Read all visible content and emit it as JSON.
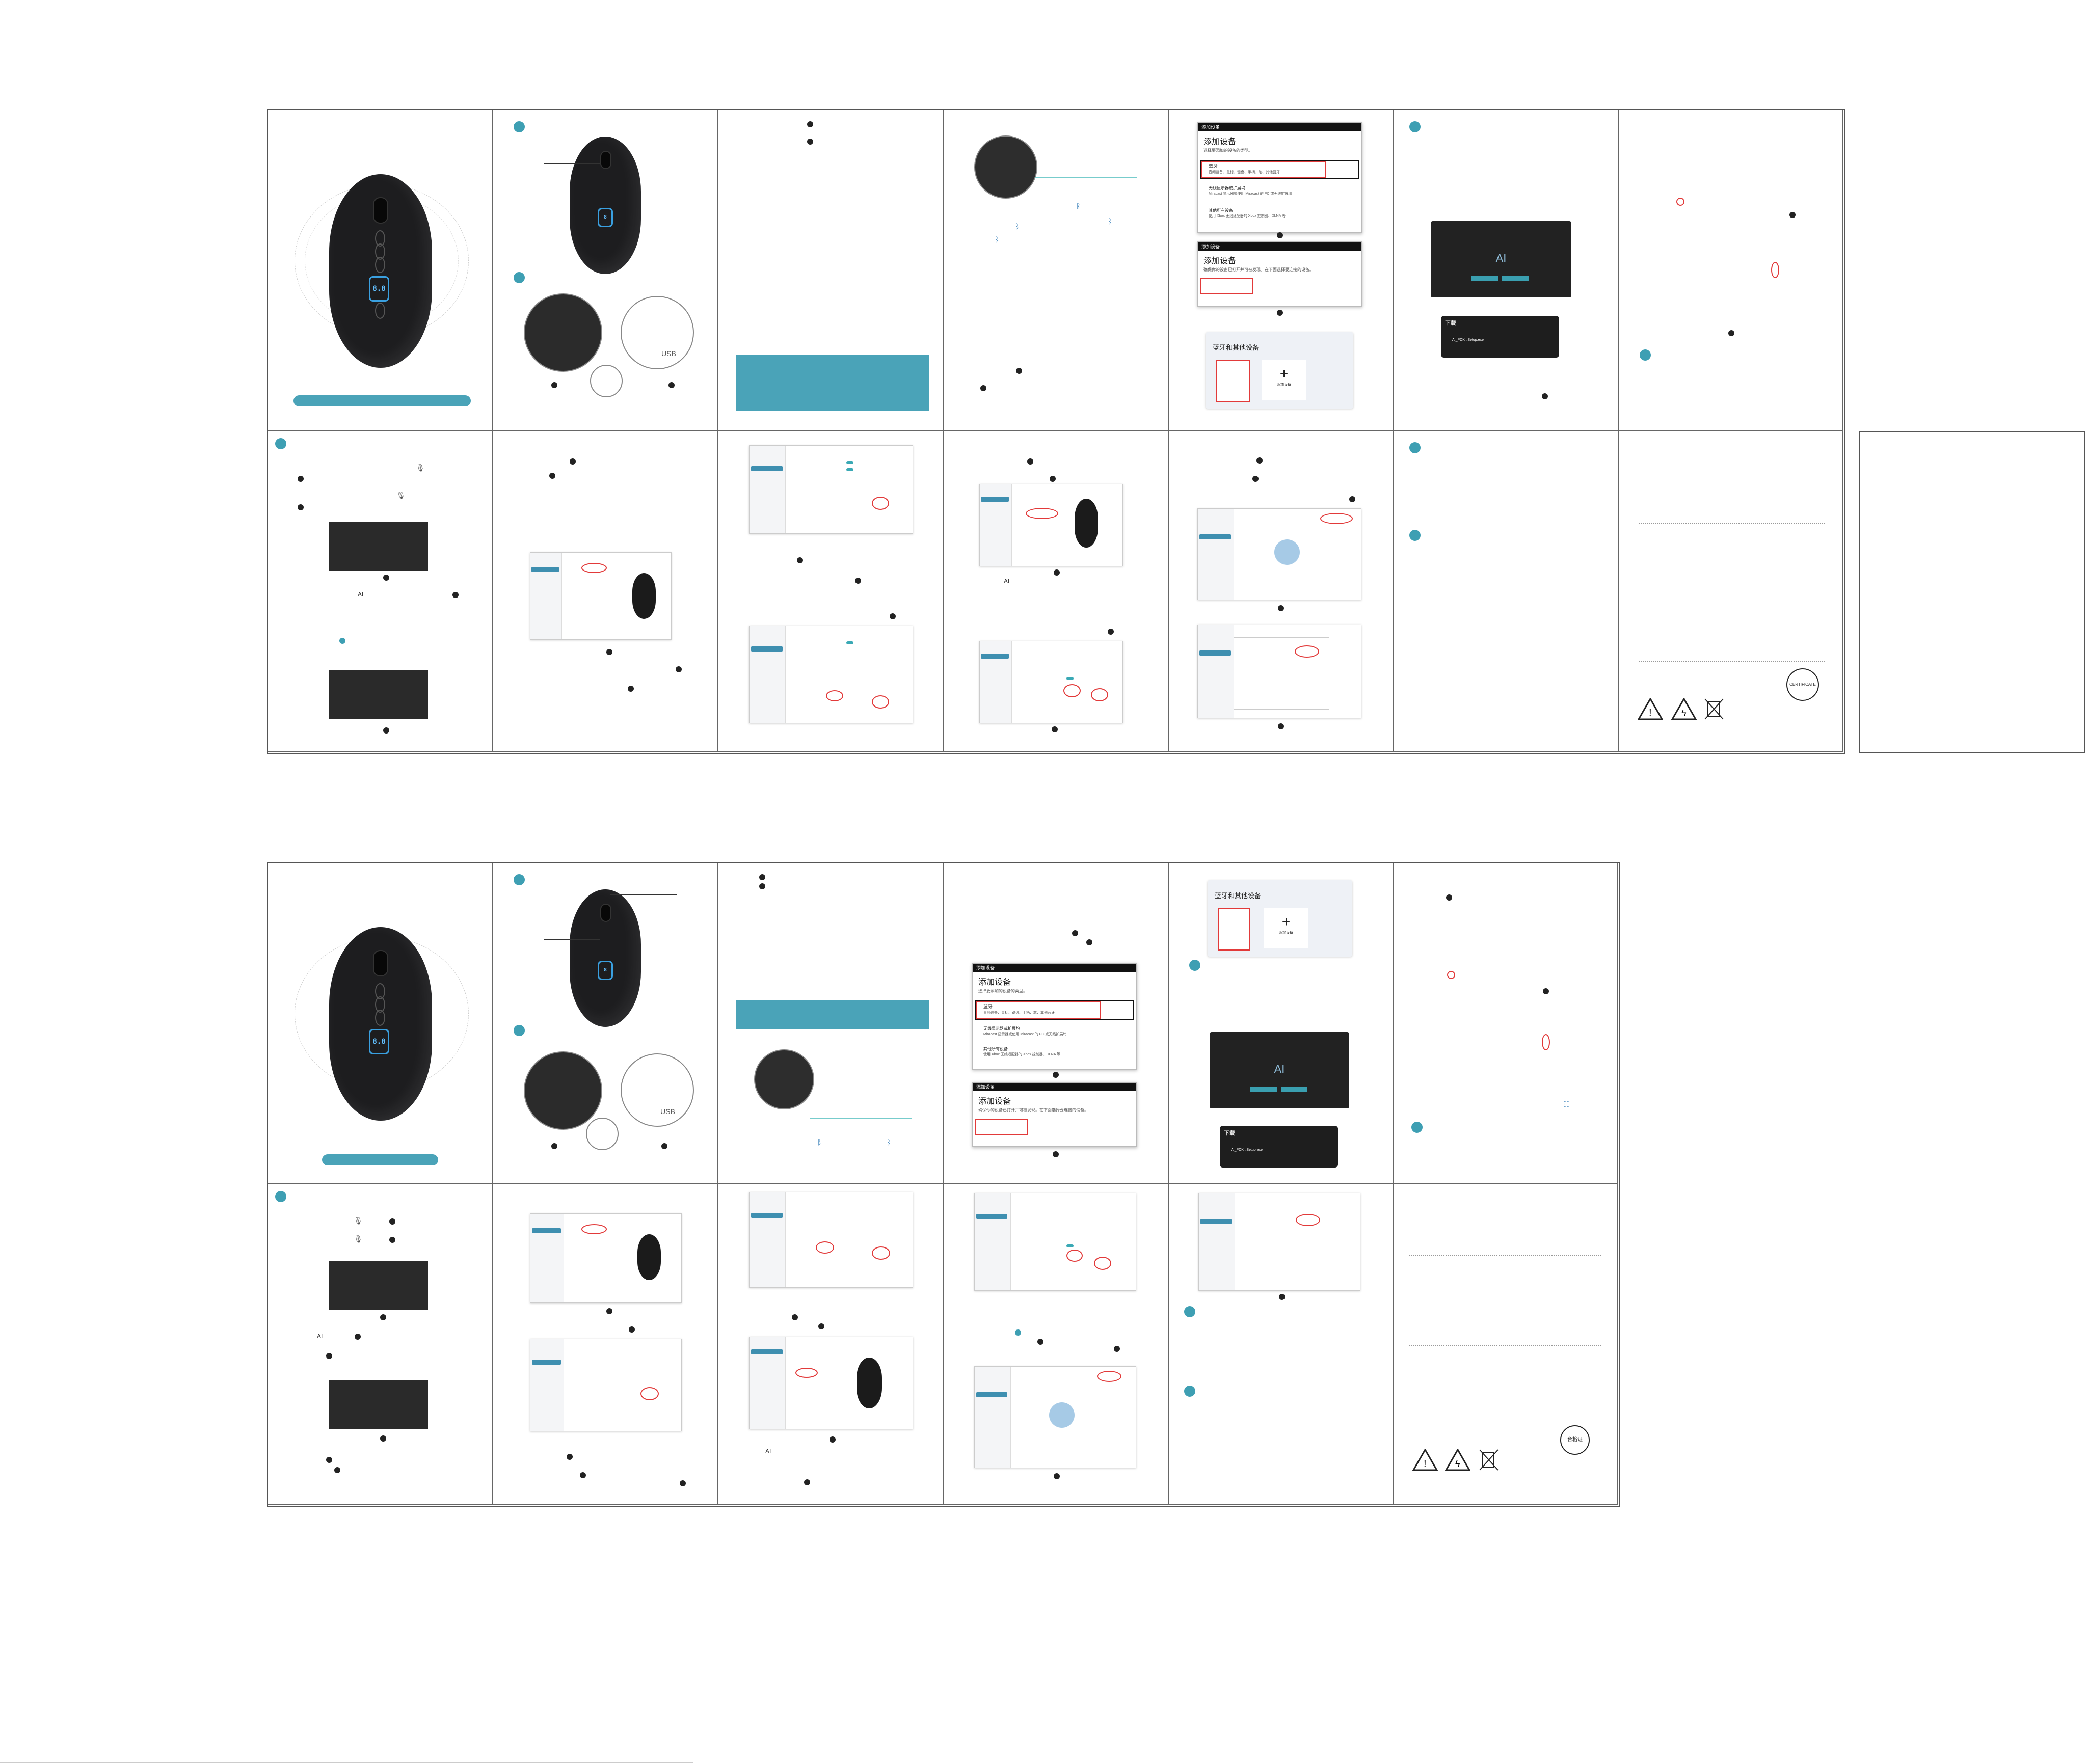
{
  "colors": {
    "accent": "#4aa3b8",
    "highlight": "#e23a3a",
    "led": "#3aa0e0",
    "mouse_body": "#1d1d1f"
  },
  "labels": {
    "ai": "AI",
    "usb": "USB",
    "add_device_title": "添加设备",
    "add_device_sub": "选择要添加的设备的类型。",
    "win_bar": "添加设备",
    "bt_title": "蓝牙",
    "bt_desc": "音频设备、鼠标、键盘、手柄、笔、其他蓝牙",
    "wireless_title": "无线显示器或扩展坞",
    "wireless_desc": "Miracast 显示器或使用 Miracast 的 PC 或无线扩展坞",
    "other_title": "其他所有设备",
    "other_desc": "使用 Xbox 无线适配器的 Xbox 控制器、DLNA 等",
    "add_device_sub2": "确保你的设备已打开并可被发现。在下面选择要连接的设备。",
    "bt_paired_title": "蓝牙和其他设备",
    "add_device_tile": "添加设备",
    "download_title": "下载",
    "download_file": "AI_PCKit.Setup.exe",
    "ai_screen_word": "AI",
    "cert_text": "CERTIFICATE",
    "cert_text_cn": "合格证"
  },
  "icons": [
    "microphone-icon",
    "bluetooth-icon",
    "usb-icon",
    "warning-triangle-icon",
    "electric-hazard-icon",
    "weee-bin-icon",
    "certificate-seal-icon",
    "plus-icon",
    "mouse-icon",
    "cursor-pointer-icon"
  ]
}
